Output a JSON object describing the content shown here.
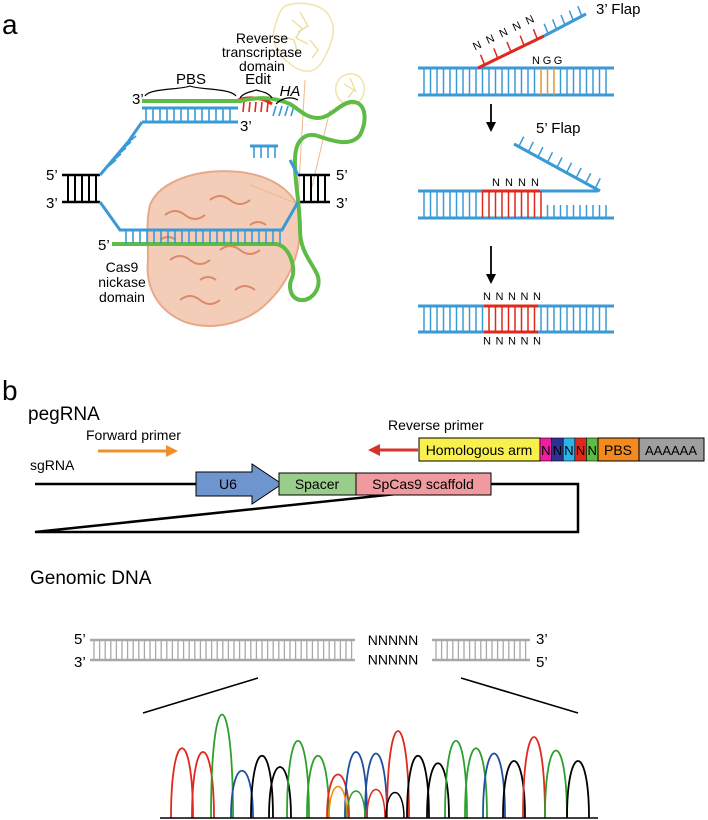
{
  "colors": {
    "dna_blue": "#3a9ad6",
    "rna_green": "#5dbb46",
    "edit_red": "#e0281c",
    "ngg_orange": "#d69a3c",
    "black": "#000000",
    "grey": "#a8a8a8",
    "cas9": "#e8a88a",
    "rt": "#eedb8a",
    "u6": "#6f95cf",
    "spacer": "#9acd8c",
    "scaffold": "#ef9a9f",
    "homologous": "#f8f04c",
    "pbs": "#f28a1f",
    "polyA": "#9e9e9e",
    "forward_arrow": "#f0902a",
    "reverse_arrow": "#d6342a",
    "n_colors": [
      "#ee1ea0",
      "#2d3192",
      "#2ab4e8",
      "#e0281c",
      "#5dbb46"
    ]
  },
  "panel_a": {
    "label": "a",
    "pbs": "PBS",
    "edit": "Edit",
    "ha": "HA",
    "rt_domain": [
      "Reverse",
      "transcriptase",
      "domain"
    ],
    "cas9_domain": [
      "Cas9",
      "nickase",
      "domain"
    ],
    "prime_left_top": "3’",
    "prime_edit": "3’",
    "prime_left_outer_top": "5’",
    "prime_left_outer_bottom": "3’",
    "prime_right_outer_top": "5’",
    "prime_right_outer_bottom": "3’",
    "prime_bottom": "5’",
    "flap3": "3’ Flap",
    "flap5": "5’ Flap",
    "nnnnn_tilted": [
      "N",
      "N",
      "N",
      "N",
      "N"
    ],
    "ngg": [
      "N",
      "G",
      "G"
    ],
    "nnnn_mid": [
      "N",
      "N",
      "N",
      "N"
    ],
    "nnnnn_final_top": [
      "N",
      "N",
      "N",
      "N",
      "N"
    ],
    "nnnnn_final_bottom": [
      "N",
      "N",
      "N",
      "N",
      "N"
    ]
  },
  "panel_b": {
    "label": "b",
    "pegrna": "pegRNA",
    "forward_primer": "Forward primer",
    "reverse_primer": "Reverse primer",
    "sgrna": "sgRNA",
    "u6": "U6",
    "spacer": "Spacer",
    "scaffold": "SpCas9 scaffold",
    "homologous_arm": "Homologous arm",
    "n_letters": [
      "N",
      "N",
      "N",
      "N",
      "N"
    ],
    "pbs": "PBS",
    "polyA": "AAAAAA",
    "genomic_dna": "Genomic DNA",
    "g_left_top": "5’",
    "g_left_bottom": "3’",
    "g_right_top": "3’",
    "g_right_bottom": "5’",
    "g_top": "NNNNN",
    "g_bottom": "NNNNN"
  }
}
